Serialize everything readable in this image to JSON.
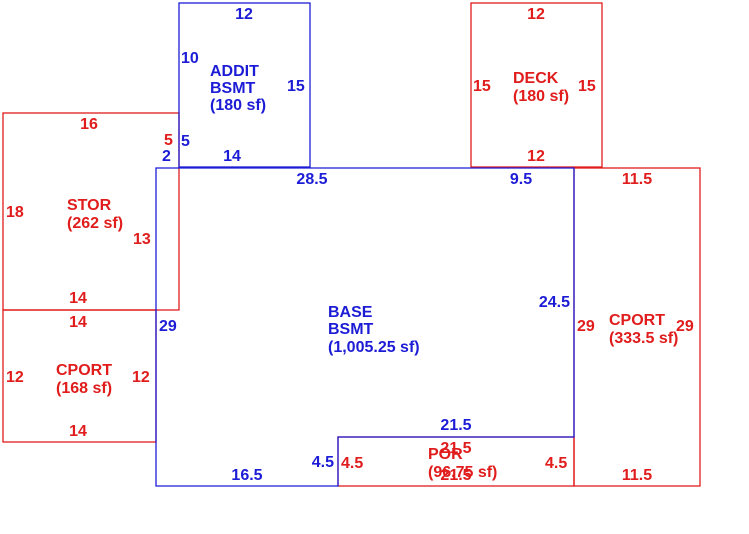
{
  "areas": {
    "addit_bsmt": {
      "name_line1": "ADDIT",
      "name_line2": "BSMT",
      "area": "(180 sf)",
      "dim_top": "12",
      "dim_left": "10",
      "dim_right": "15",
      "dim_bottom": "14",
      "dim_step_a": "5",
      "dim_step_b": "2",
      "color": "#1c1cd6"
    },
    "deck": {
      "name": "DECK",
      "area": "(180 sf)",
      "dim_top": "12",
      "dim_left": "15",
      "dim_right": "15",
      "dim_bottom": "12",
      "color": "#e01c1c"
    },
    "stor": {
      "name": "STOR",
      "area": "(262 sf)",
      "dim_top": "16",
      "dim_step": "5",
      "dim_left": "18",
      "dim_right": "13",
      "dim_bottom": "14",
      "color": "#e01c1c"
    },
    "cport_left": {
      "name": "CPORT",
      "area": "(168 sf)",
      "dim_top": "14",
      "dim_left": "12",
      "dim_right": "12",
      "dim_bottom": "14",
      "color": "#e01c1c"
    },
    "base_bsmt": {
      "name_line1": "BASE",
      "name_line2": "BSMT",
      "area": "(1,005.25 sf)",
      "dim_top_left": "28.5",
      "dim_top_right": "9.5",
      "dim_left": "29",
      "dim_right": "24.5",
      "dim_notch_top": "21.5",
      "dim_notch_side": "4.5",
      "dim_bottom": "16.5",
      "color": "#1c1cd6"
    },
    "cport_right": {
      "name": "CPORT",
      "area": "(333.5 sf)",
      "dim_top": "11.5",
      "dim_left": "29",
      "dim_right": "29",
      "dim_bottom": "11.5",
      "color": "#e01c1c"
    },
    "por": {
      "name": "POR",
      "area": "(96.75 sf)",
      "dim_top": "21.5",
      "dim_bottom": "21.5",
      "dim_left": "4.5",
      "dim_right": "4.5",
      "color": "#e01c1c"
    }
  }
}
